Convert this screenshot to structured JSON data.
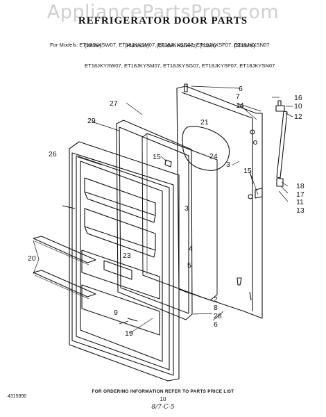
{
  "watermark": "AppliancePartsPros.com",
  "title": "REFRIGERATOR DOOR PARTS",
  "models": {
    "line1": "For Models: ET18JKXSW07, ET18JKXSM07, ET18JKXSG07, ET18JKXSF07, ET18JKXSN07",
    "line2": "ET18JKYSW07, ET18JKYSM07, ET18JKYSG07, ET18JKYSF07, ET18JKYSN07"
  },
  "colors": [
    "(White)",
    "(Platinum)",
    "(Golden Harvest)",
    "(Toast)",
    "(Almond)"
  ],
  "callouts": {
    "c6a": "6",
    "c7": "7",
    "c14": "14",
    "c16": "16",
    "c10": "10",
    "c12": "12",
    "c27": "27",
    "c21": "21",
    "c29": "29",
    "c24": "24",
    "c26": "26",
    "c15a": "15",
    "c3a": "3",
    "c15b": "15",
    "c18": "18",
    "c17": "17",
    "c11": "11",
    "c13": "13",
    "c3b": "3",
    "c4": "4",
    "c5": "5",
    "c23": "23",
    "c20": "20",
    "c9": "9",
    "c2": "2",
    "c8": "8",
    "c28": "28",
    "c6b": "6",
    "c19": "19"
  },
  "footer": {
    "note": "FOR ORDERING INFORMATION REFER TO PARTS PRICE LIST",
    "code": "4315890",
    "page": "10",
    "handwritten": "8/7-C-5"
  }
}
